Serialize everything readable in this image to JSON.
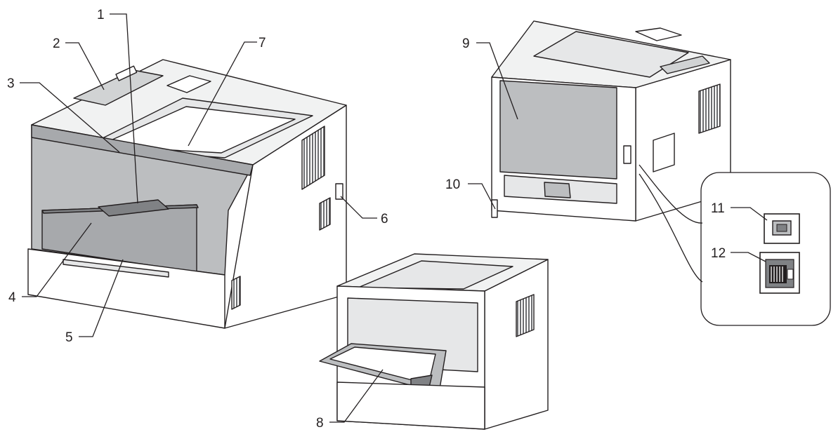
{
  "callouts": [
    {
      "id": "1",
      "text": "1"
    },
    {
      "id": "2",
      "text": "2"
    },
    {
      "id": "3",
      "text": "3"
    },
    {
      "id": "4",
      "text": "4"
    },
    {
      "id": "5",
      "text": "5"
    },
    {
      "id": "6",
      "text": "6"
    },
    {
      "id": "7",
      "text": "7"
    },
    {
      "id": "8",
      "text": "8"
    },
    {
      "id": "9",
      "text": "9"
    },
    {
      "id": "10",
      "text": "10"
    },
    {
      "id": "11",
      "text": "11"
    },
    {
      "id": "12",
      "text": "12"
    }
  ],
  "colors": {
    "outline": "#231f20",
    "body": "#ffffff",
    "panel": "#bcbec0",
    "panel_dark": "#808285",
    "shade": "#e6e7e8"
  }
}
